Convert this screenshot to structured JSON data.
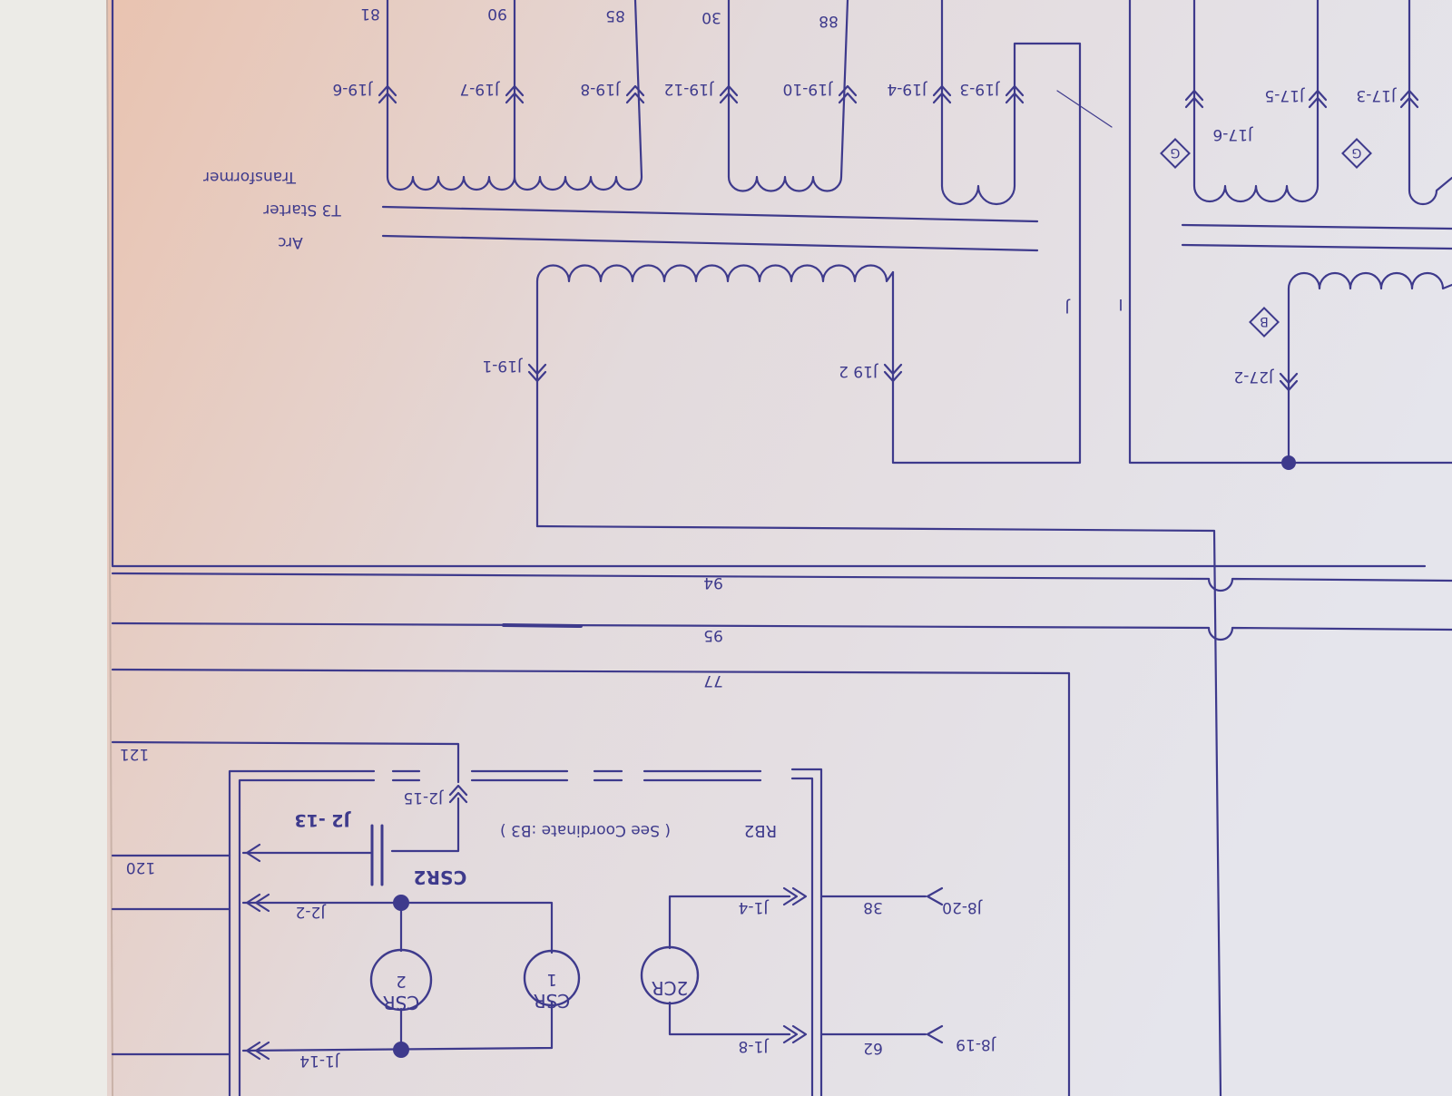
{
  "colors": {
    "ink": "#3e3a8c",
    "paper": "#e6e4e8",
    "paper_warm": "#e9c6b4",
    "margin": "#eeeeea"
  },
  "top_wires": [
    "81",
    "90",
    "85",
    "30",
    "88"
  ],
  "connectors": {
    "j19_6": "J19-6",
    "j19_7": "J19-7",
    "j19_8": "J19-8",
    "j19_12": "J19-12",
    "j19_10": "J19-10",
    "j19_4": "J19-4",
    "j19_3": "J19-3",
    "j19_1": "J19-1",
    "j19_2": "J19 2",
    "j17_6": "J17-6",
    "j17_5": "J17-5",
    "j17_3": "J17-3",
    "j27_2": "J27-2",
    "j2_15": "J2-15",
    "j2_13": "J2 -13",
    "j2_2": "J2-2",
    "j1_4": "J1-4",
    "j1_8": "J1-8",
    "j1_14": "J1-14",
    "j8_20": "J8-20",
    "j8_19": "J8-19"
  },
  "transformer": {
    "line1": "Transformer",
    "line2": "T3  Starter",
    "line3": "Arc"
  },
  "markers": {
    "g1": "G",
    "g2": "G",
    "b": "B"
  },
  "pass_labels": {
    "j": "J",
    "i": "I"
  },
  "bus_wires": [
    "94",
    "95",
    "77"
  ],
  "side_wires": {
    "w121": "121",
    "w120": "120"
  },
  "relay": {
    "rb2": "RB2",
    "note": "( See Coordinate :B3 )",
    "csr2": "CSR2",
    "w38": "38",
    "w62": "62"
  },
  "coils": {
    "csr2_line1": "CSR",
    "csr2_line2": "2",
    "csr1_line1": "CSR",
    "csr1_line2": "1",
    "cr2": "2CR"
  }
}
